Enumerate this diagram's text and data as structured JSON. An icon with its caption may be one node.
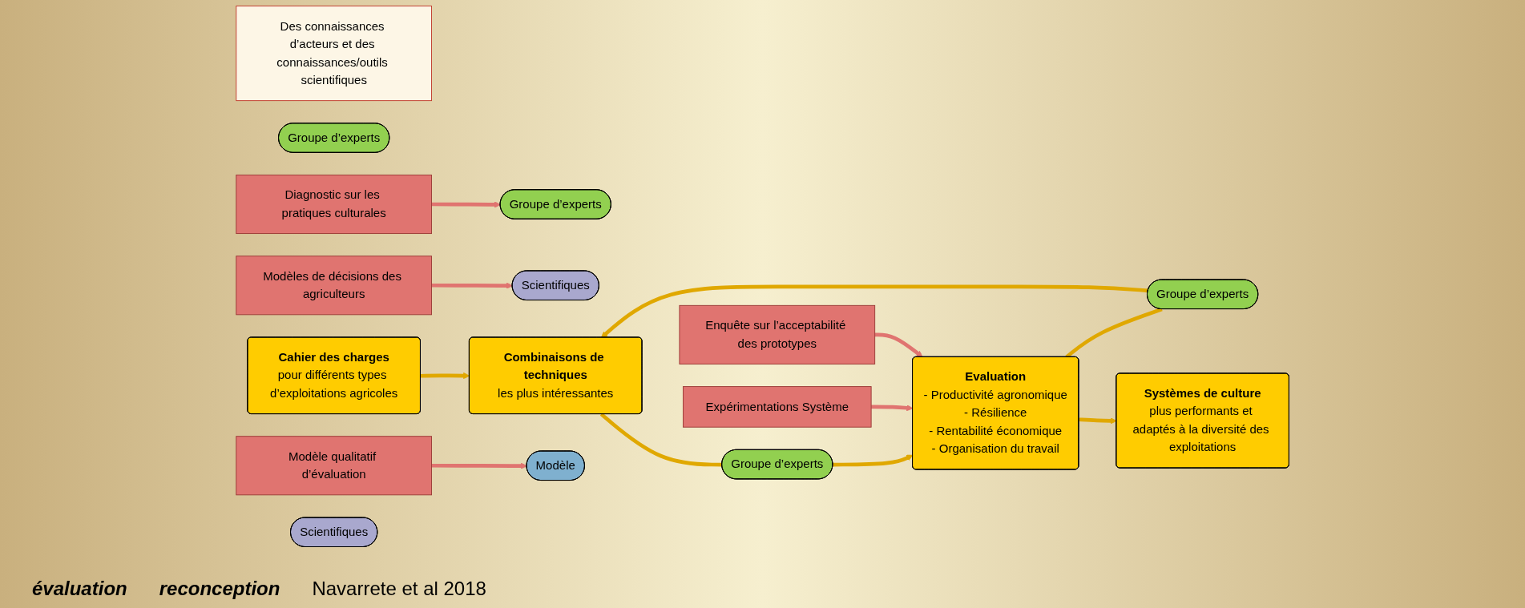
{
  "diagram": {
    "nodes": [
      {
        "text": [
          "Des connaissances d’acteurs et des connaissances/outils scientifiques"
        ]
      },
      {
        "text": [
          "Groupe d’experts"
        ]
      },
      {
        "text": [
          "Cahier des charges",
          "pour différents types d’exploitations agricoles"
        ]
      },
      {
        "text": [
          "Diagnostic sur les pratiques culturales"
        ]
      },
      {
        "text": [
          "Groupe d’experts"
        ]
      },
      {
        "text": [
          "Scientifiques"
        ]
      },
      {
        "text": [
          "Modèles de décisions des agriculteurs"
        ]
      },
      {
        "text": [
          "Combinaisons de techniques",
          "les plus intéressantes"
        ]
      },
      {
        "text": [
          "Modèle qualitatif d’évaluation"
        ]
      },
      {
        "text": [
          "Modèle"
        ]
      },
      {
        "text": [
          "Groupe d’experts"
        ]
      },
      {
        "text": [
          "Groupe d’experts"
        ]
      },
      {
        "text": [
          "Scientifiques"
        ]
      },
      {
        "text": [
          "Evaluation",
          "- Productivité agronomique",
          "- Résilience",
          "- Rentabilité économique",
          "- Organisation du travail"
        ]
      },
      {
        "text": [
          "Expérimentations Système"
        ]
      },
      {
        "text": [
          "Enquête sur l’acceptabilité des prototypes"
        ]
      },
      {
        "text": [
          "Systèmes de culture",
          "plus performants et adaptés à la diversité des exploitations"
        ]
      }
    ],
    "edges": [
      {
        "from": 3,
        "to": 4,
        "arrow": "to",
        "color": "#e07470"
      },
      {
        "from": 6,
        "to": 5,
        "arrow": "to",
        "color": "#e07470"
      },
      {
        "from": 2,
        "to": 7,
        "arrow": "to"
      },
      {
        "from": 8,
        "to": 9,
        "arrow": "to",
        "color": "#e07470"
      },
      {
        "from": 7,
        "to": 10,
        "arrow": "none"
      },
      {
        "from": 10,
        "to": 13,
        "arrow": "to"
      },
      {
        "from": 13,
        "to": 11,
        "arrow": "none"
      },
      {
        "from": 11,
        "to": 7,
        "arrow": "to"
      },
      {
        "from": 14,
        "to": 13,
        "arrow": "to",
        "color": "#e07470"
      },
      {
        "from": 15,
        "to": 13,
        "arrow": "to",
        "color": "#e07470"
      },
      {
        "from": 13,
        "to": 16,
        "arrow": "to"
      }
    ],
    "labels": [
      "évaluation",
      "reconception",
      "Navarrete et al 2018"
    ]
  }
}
